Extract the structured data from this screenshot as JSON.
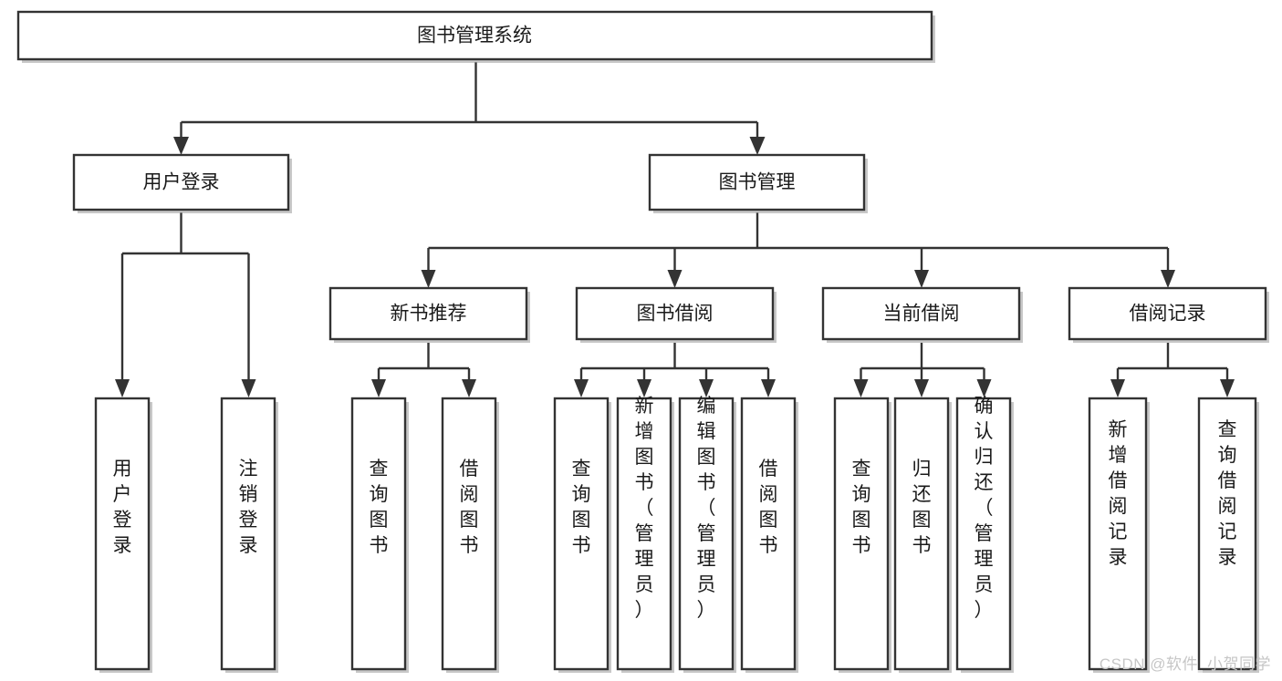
{
  "diagram": {
    "title": "图书管理系统",
    "type": "tree-hierarchy-chart",
    "root": {
      "label": "图书管理系统"
    },
    "level2": [
      {
        "label": "用户登录"
      },
      {
        "label": "图书管理"
      }
    ],
    "level3": [
      {
        "label": "新书推荐"
      },
      {
        "label": "图书借阅"
      },
      {
        "label": "当前借阅"
      },
      {
        "label": "借阅记录"
      }
    ],
    "leaves": {
      "user_login": [
        {
          "label": "用户登录"
        },
        {
          "label": "注销登录"
        }
      ],
      "new_book_recommend": [
        {
          "label": "查询图书"
        },
        {
          "label": "借阅图书"
        }
      ],
      "book_borrow": [
        {
          "label": "查询图书"
        },
        {
          "label": "新增图书（管理员）"
        },
        {
          "label": "编辑图书（管理员）"
        },
        {
          "label": "借阅图书"
        }
      ],
      "current_borrow": [
        {
          "label": "查询图书"
        },
        {
          "label": "归还图书"
        },
        {
          "label": "确认归还（管理员）"
        }
      ],
      "borrow_record": [
        {
          "label": "新增借阅记录"
        },
        {
          "label": "查询借阅记录"
        }
      ]
    }
  },
  "watermark": {
    "text": "CSDN @软件_小贺同学"
  },
  "colors": {
    "stroke": "#333333",
    "box_fill": "#ffffff",
    "text": "#1a1a1a",
    "watermark": "#c6c6c6",
    "background": "#ffffff"
  }
}
